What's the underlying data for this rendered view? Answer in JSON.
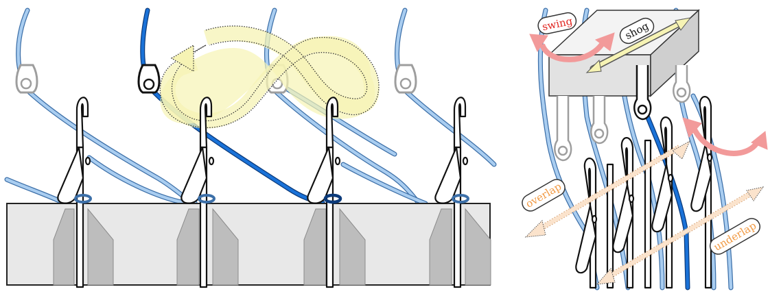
{
  "figure": {
    "left_panel": {
      "needle_count": 4,
      "highlighted_guide": 2,
      "motion_path": "figure-eight"
    },
    "right_panel": {
      "labels": {
        "swing": "swing",
        "shog": "shog",
        "overlap": "overlap",
        "underlap": "underlap"
      }
    }
  },
  "colors": {
    "yarn_light": "#a9cdf0",
    "yarn_light_edge": "#3c6fa8",
    "yarn_dark": "#1a72d8",
    "yarn_dark_edge": "#0b3a7a",
    "bar": "#e8e8e8",
    "bar_edge": "#222222",
    "sinker": "#bdbdbd",
    "motion_fill": "#f6f3b4",
    "swing_arrow": "#f29a9a",
    "swing_text": "#e0241f",
    "overlap_arrow": "#fbe3cc",
    "overlap_text": "#f19a44",
    "shog_arrow": "#f6f3b4"
  }
}
